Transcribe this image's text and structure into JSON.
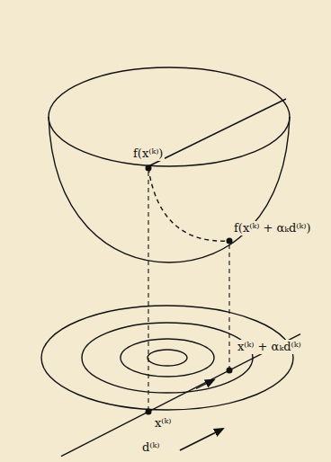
{
  "diagram": {
    "labels": [
      "f(x⁽ᵏ⁾)",
      "f(x⁽ᵏ⁾ + αₖd⁽ᵏ⁾)",
      "x⁽ᵏ⁾ + αₖd⁽ᵏ⁾",
      "x⁽ᵏ⁾",
      "d⁽ᵏ⁾"
    ]
  }
}
